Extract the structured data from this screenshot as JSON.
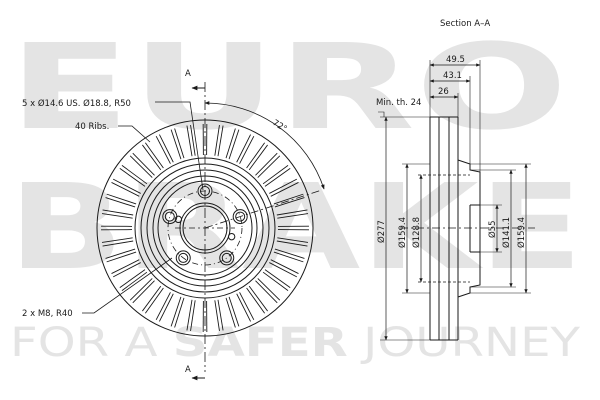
{
  "watermark": {
    "line1": "EURO",
    "line2": "BRAKE",
    "tagline_pre": "FOR A",
    "tagline_bold": "SAFER",
    "tagline_post": "JOURNEY",
    "color": "#e4e4e4"
  },
  "section_title": "Section A–A",
  "section_marks": {
    "top": "A",
    "bottom": "A"
  },
  "front_view": {
    "annotations": {
      "bolt_holes": "5 x Ø14.6 US. Ø18.8, R50",
      "ribs": "40 Ribs.",
      "threads": "2 x M8, R40",
      "angle": "72°"
    }
  },
  "section_view": {
    "min_thickness": "Min. th. 24",
    "dims": {
      "total_height": "49.5",
      "hat_height": "43.1",
      "disc_thickness": "26",
      "outer_diameter": "Ø277",
      "d_159_left": "Ø159.4",
      "d_128": "Ø128.8",
      "centre_bore": "Ø55",
      "d_141": "Ø141.1",
      "d_159_right": "Ø159.4"
    }
  },
  "colors": {
    "line": "#1a1a1a",
    "watermark": "#e4e4e4"
  }
}
